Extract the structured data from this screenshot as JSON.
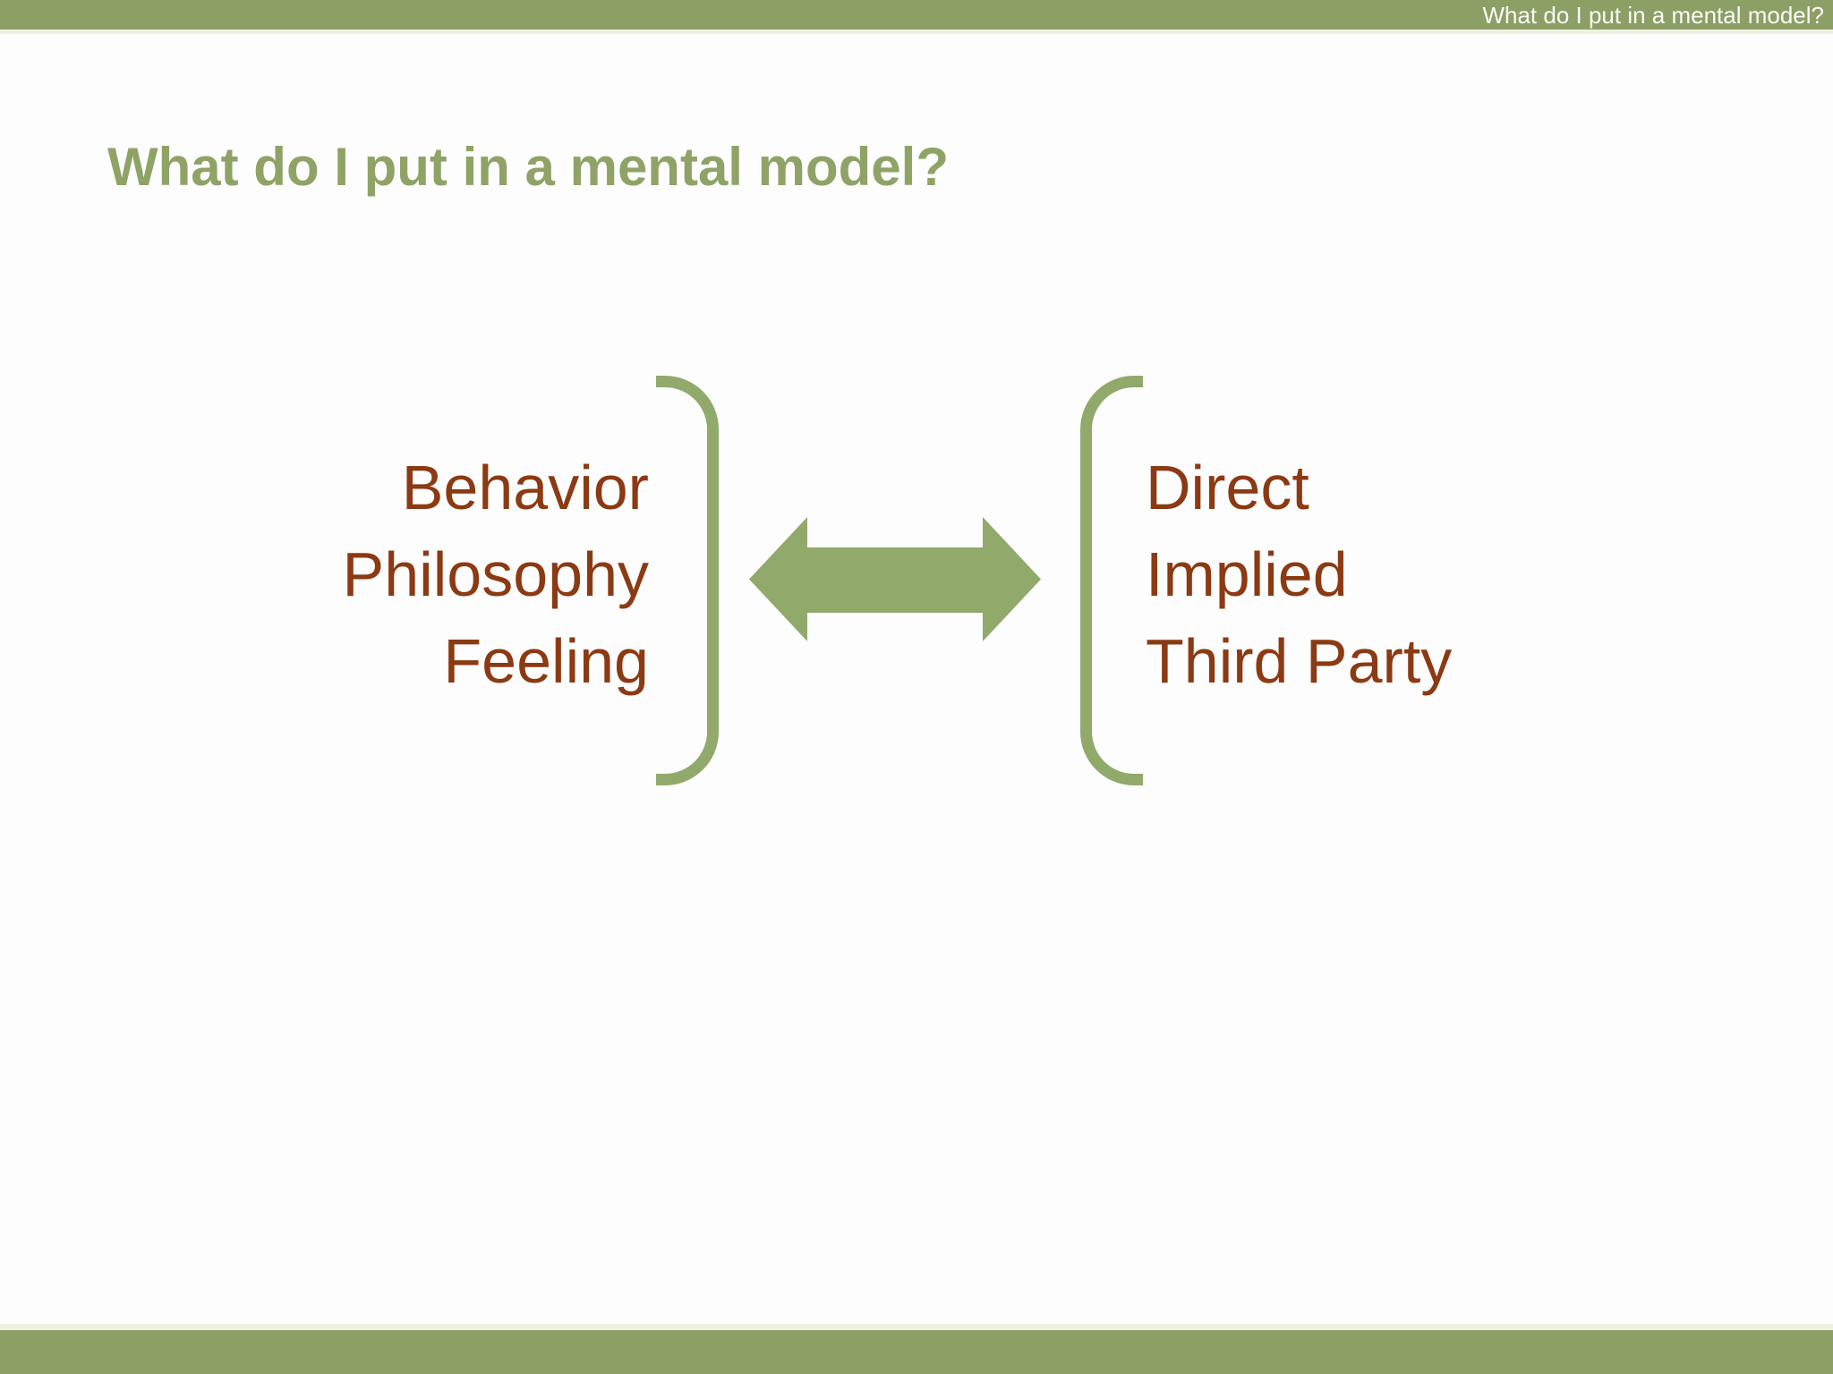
{
  "header_bar": {
    "label": "What do I put in a mental model?"
  },
  "slide": {
    "title": "What do I put in a mental model?",
    "left_group": {
      "lines": [
        "Behavior",
        "Philosophy",
        "Feeling"
      ]
    },
    "right_group": {
      "lines": [
        "Direct",
        "Implied",
        "Third Party"
      ]
    },
    "icons": {
      "arrow": "double-headed-arrow",
      "left_bracket": "right-square-bracket",
      "right_bracket": "left-square-bracket"
    }
  },
  "colors": {
    "bar_green": "#8C9F65",
    "accent_strip": "#EEF1E2",
    "shape_green": "#91A96A",
    "title_green": "#8FA367",
    "text_brown": "#8B3A13",
    "header_text": "#FAFAF7",
    "background": "#FDFDFD"
  }
}
